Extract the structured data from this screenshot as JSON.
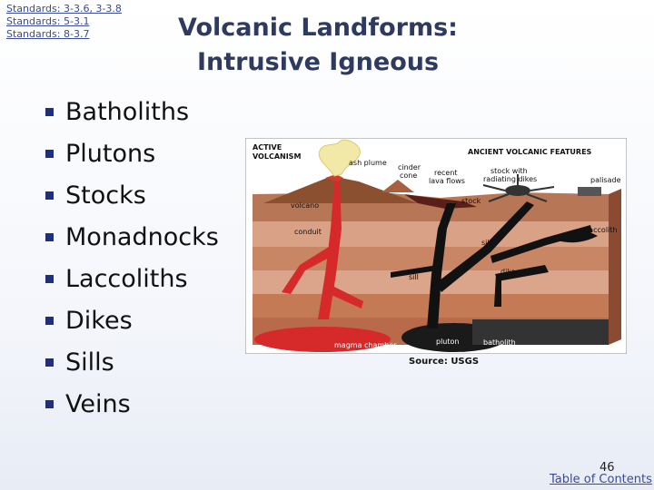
{
  "standards": [
    "Standards: 3-3.6, 3-3.8",
    "Standards: 5-3.1",
    "Standards: 8-3.7"
  ],
  "title_line1": "Volcanic Landforms:",
  "title_line2": "Intrusive Igneous",
  "bullets": [
    "Batholiths",
    "Plutons",
    "Stocks",
    "Monadnocks",
    "Laccoliths",
    "Dikes",
    "Sills",
    "Veins"
  ],
  "figure": {
    "active_line1": "ACTIVE",
    "active_line2": "VOLCANISM",
    "ancient": "ANCIENT VOLCANIC FEATURES",
    "ash_plume": "ash plume",
    "cinder_line1": "cinder",
    "cinder_line2": "cone",
    "recent_line1": "recent",
    "recent_line2": "lava flows",
    "stock_radiating_line1": "stock with",
    "stock_radiating_line2": "radiating dikes",
    "palisade": "palisade",
    "stock": "stock",
    "volcano": "volcano",
    "conduit": "conduit",
    "sill_upper": "sill",
    "laccolith": "laccolith",
    "sill_lower": "sill",
    "dike": "dike",
    "magma_chamber": "magma chamber",
    "pluton": "pluton",
    "batholith": "batholith"
  },
  "source": "Source: USGS",
  "page_number": "46",
  "toc_link": "Table of Contents"
}
